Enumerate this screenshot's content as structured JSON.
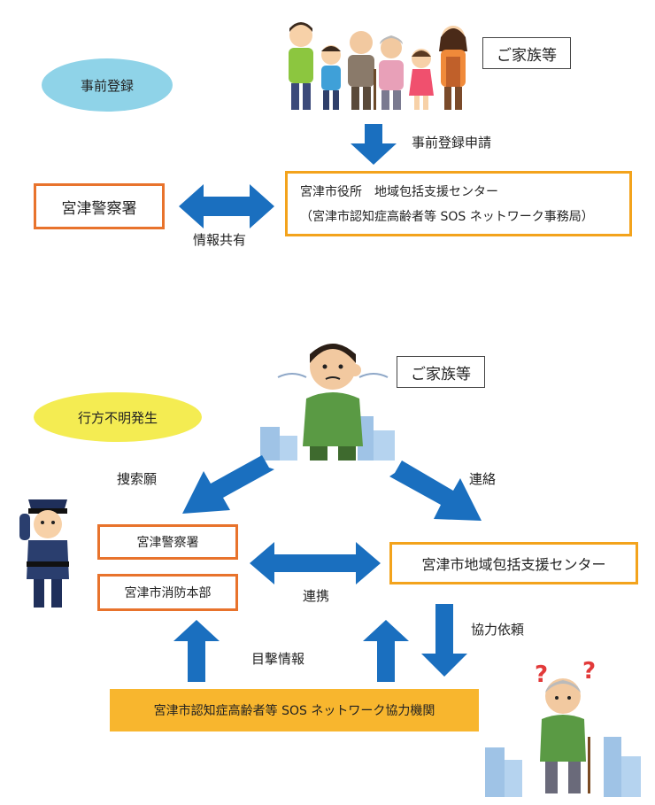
{
  "section1": {
    "badge": "事前登録",
    "family_label": "ご家族等",
    "arrow_label": "事前登録申請",
    "police_label": "宮津警察署",
    "center_line1": "宮津市役所　地域包括支援センター",
    "center_line2": "（宮津市認知症高齢者等 SOS ネットワーク事務局）",
    "share_label": "情報共有"
  },
  "section2": {
    "badge": "行方不明発生",
    "family_label": "ご家族等",
    "search_label": "捜索願",
    "contact_label": "連絡",
    "police_label": "宮津警察署",
    "fire_label": "宮津市消防本部",
    "center_label": "宮津市地域包括支援センター",
    "link_label": "連携",
    "request_label": "協力依頼",
    "witness_label": "目撃情報",
    "network_label": "宮津市認知症高齢者等 SOS ネットワーク協力機関"
  },
  "colors": {
    "arrow_blue": "#1a6fbf",
    "box_orange": "#e8732c",
    "box_gold": "#f3a31c",
    "network_fill": "#f8b62e",
    "badge_blue": "#8fd3e8",
    "badge_yellow": "#f4ec52"
  }
}
